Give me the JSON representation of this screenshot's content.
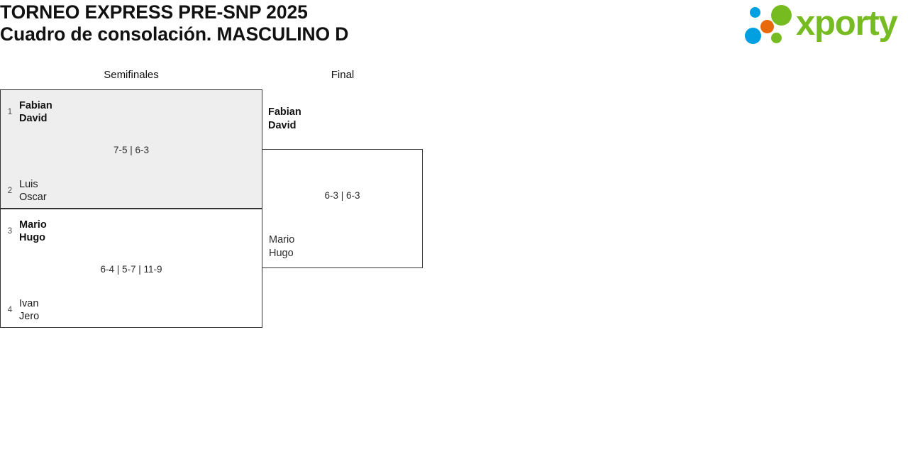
{
  "header": {
    "title_line1": "TORNEO EXPRESS PRE-SNP 2025",
    "title_line2": "Cuadro de consolación. MASCULINO D",
    "logo_text": "xporty",
    "logo_colors": {
      "green": "#76bc21",
      "blue": "#00a0e1",
      "orange": "#e8690b"
    }
  },
  "bracket": {
    "rounds": [
      {
        "label": "Semifinales"
      },
      {
        "label": "Final"
      }
    ],
    "semifinals": [
      {
        "highlighted": true,
        "top": {
          "seed": "1",
          "name_line1": "Fabian",
          "name_line2": "David",
          "winner": true
        },
        "bottom": {
          "seed": "2",
          "name_line1": "Luis",
          "name_line2": "Oscar",
          "winner": false
        },
        "score": "7-5 | 6-3"
      },
      {
        "highlighted": false,
        "top": {
          "seed": "3",
          "name_line1": "Mario",
          "name_line2": "Hugo",
          "winner": true
        },
        "bottom": {
          "seed": "4",
          "name_line1": "Ivan",
          "name_line2": "Jero",
          "winner": false
        },
        "score": "6-4 | 5-7 | 11-9"
      }
    ],
    "final": {
      "top": {
        "name_line1": "Fabian",
        "name_line2": "David",
        "winner": true
      },
      "bottom": {
        "name_line1": "Mario",
        "name_line2": "Hugo",
        "winner": false
      },
      "score": "6-3 | 6-3"
    }
  }
}
